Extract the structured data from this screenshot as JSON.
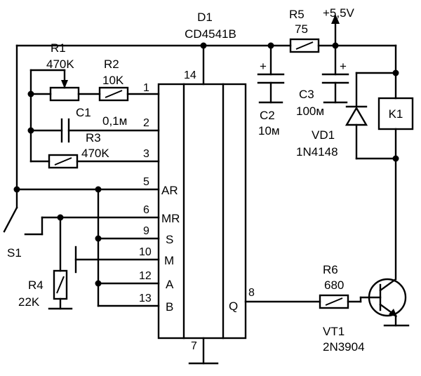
{
  "ic": {
    "ref": "D1",
    "part": "CD4541B",
    "pins": {
      "p1": "1",
      "p2": "2",
      "p3": "3",
      "p5": "5",
      "p6": "6",
      "p9": "9",
      "p10": "10",
      "p12": "12",
      "p13": "13",
      "p14": "14",
      "p8": "8",
      "p7": "7"
    },
    "pin_names": {
      "ar": "AR",
      "mr": "MR",
      "s": "S",
      "m": "M",
      "a": "A",
      "b": "B",
      "q": "Q"
    }
  },
  "components": {
    "r1": {
      "ref": "R1",
      "value": "470K"
    },
    "r2": {
      "ref": "R2",
      "value": "10K"
    },
    "c1": {
      "ref": "C1",
      "value": "0,1м"
    },
    "r3": {
      "ref": "R3",
      "value": "470K"
    },
    "r4": {
      "ref": "R4",
      "value": "22K"
    },
    "r5": {
      "ref": "R5",
      "value": "75"
    },
    "c2": {
      "ref": "C2",
      "value": "10м"
    },
    "c3": {
      "ref": "C3",
      "value": "100м"
    },
    "vd1": {
      "ref": "VD1",
      "value": "1N4148"
    },
    "k1": {
      "ref": "K1"
    },
    "r6": {
      "ref": "R6",
      "value": "680"
    },
    "vt1": {
      "ref": "VT1",
      "value": "2N3904"
    },
    "s1": {
      "ref": "S1"
    }
  },
  "supply": {
    "label": "+5,5V"
  },
  "polarity": {
    "plus": "+"
  }
}
